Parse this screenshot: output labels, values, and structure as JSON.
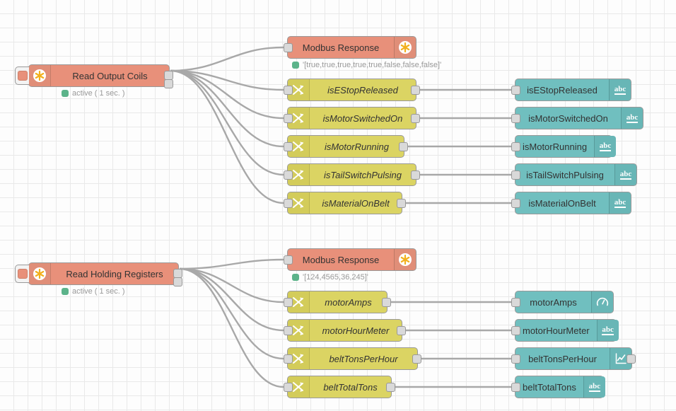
{
  "app": {
    "name": "node-red-flow-editor",
    "grid_size": 20,
    "background": "#fdfdfd"
  },
  "colors": {
    "modbus_node": "#e8907a",
    "function_node": "#dbd463",
    "output_node": "#70bfbf",
    "status_dot": "#5cb38a",
    "wire": "#a8a8a8",
    "port": "#d9d9d9"
  },
  "flows": [
    {
      "id": "coils-flow",
      "source": {
        "label": "Read Output Coils",
        "icon": "asterisk-icon",
        "status": "active ( 1 sec. )",
        "status_icon": "green-dot-icon",
        "button_icon": "inject-button-icon"
      },
      "response": {
        "label": "Modbus Response",
        "icon": "asterisk-icon",
        "status": "'[true,true,true,true,true,false,false,false]'",
        "status_icon": "green-dot-icon"
      },
      "functions": [
        {
          "label": "isEStopReleased",
          "icon": "switch-icon"
        },
        {
          "label": "isMotorSwitchedOn",
          "icon": "switch-icon"
        },
        {
          "label": "isMotorRunning",
          "icon": "switch-icon"
        },
        {
          "label": "isTailSwitchPulsing",
          "icon": "switch-icon"
        },
        {
          "label": "isMaterialOnBelt",
          "icon": "switch-icon"
        }
      ],
      "outputs": [
        {
          "label": "isEStopReleased",
          "icon": "abc-icon",
          "has_output_port": false
        },
        {
          "label": "isMotorSwitchedOn",
          "icon": "abc-icon",
          "has_output_port": false
        },
        {
          "label": "isMotorRunning",
          "icon": "abc-icon",
          "has_output_port": false
        },
        {
          "label": "isTailSwitchPulsing",
          "icon": "abc-icon",
          "has_output_port": false
        },
        {
          "label": "isMaterialOnBelt",
          "icon": "abc-icon",
          "has_output_port": false
        }
      ]
    },
    {
      "id": "registers-flow",
      "source": {
        "label": "Read Holding Registers",
        "icon": "asterisk-icon",
        "status": "active ( 1 sec. )",
        "status_icon": "green-dot-icon",
        "button_icon": "inject-button-icon"
      },
      "response": {
        "label": "Modbus Response",
        "icon": "asterisk-icon",
        "status": "'[124,4565,36,245]'",
        "status_icon": "green-dot-icon"
      },
      "functions": [
        {
          "label": "motorAmps",
          "icon": "switch-icon"
        },
        {
          "label": "motorHourMeter",
          "icon": "switch-icon"
        },
        {
          "label": "beltTonsPerHour",
          "icon": "switch-icon"
        },
        {
          "label": "beltTotalTons",
          "icon": "switch-icon"
        }
      ],
      "outputs": [
        {
          "label": "motorAmps",
          "icon": "gauge-icon",
          "has_output_port": false
        },
        {
          "label": "motorHourMeter",
          "icon": "abc-icon",
          "has_output_port": false
        },
        {
          "label": "beltTonsPerHour",
          "icon": "chart-icon",
          "has_output_port": true
        },
        {
          "label": "beltTotalTons",
          "icon": "abc-icon",
          "has_output_port": false
        }
      ]
    }
  ]
}
